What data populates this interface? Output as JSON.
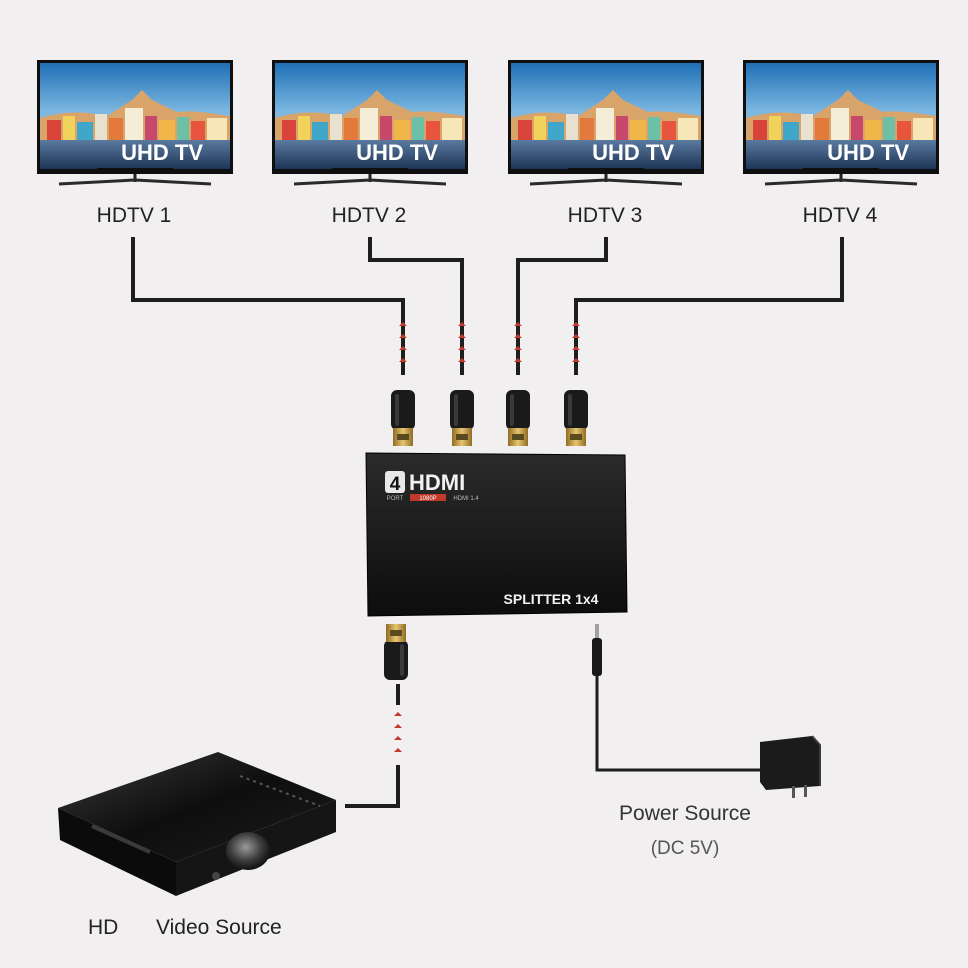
{
  "tvs": [
    {
      "label": "HDTV 1",
      "screen_text": "UHD TV"
    },
    {
      "label": "HDTV 2",
      "screen_text": "UHD TV"
    },
    {
      "label": "HDTV 3",
      "screen_text": "UHD TV"
    },
    {
      "label": "HDTV 4",
      "screen_text": "UHD TV"
    }
  ],
  "splitter": {
    "badge_number": "4",
    "badge_sub": "PORT",
    "brand": "HDMI",
    "brand_sub_1": "1080P",
    "brand_sub_2": "HDMI 1.4",
    "model": "SPLITTER 1x4"
  },
  "power": {
    "label": "Power Source",
    "sub": "(DC 5V)"
  },
  "source": {
    "label_1": "HD",
    "label_2": "Video Source"
  },
  "colors": {
    "background": "#f2eff0",
    "cable": "#1e1e1e",
    "arrow": "#c0392b",
    "connector_gold": "#c9a24a"
  }
}
